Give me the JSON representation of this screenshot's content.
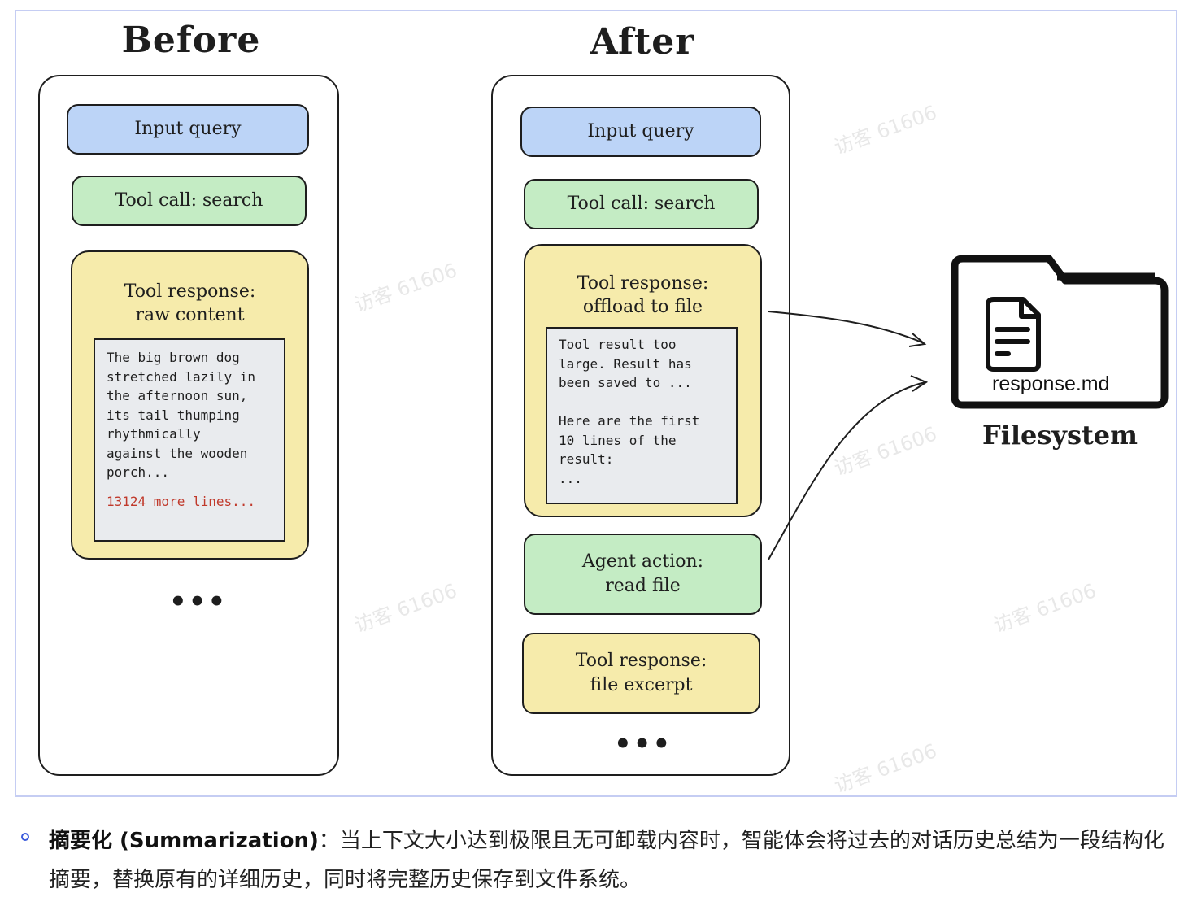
{
  "before": {
    "title": "Before",
    "input_query": "Input query",
    "tool_call": "Tool call: search",
    "tool_response_line1": "Tool response:",
    "tool_response_line2": "raw content",
    "content_lines": [
      "The big brown dog",
      "stretched lazily in",
      "the afternoon sun,",
      "its tail thumping",
      "rhythmically",
      "against the wooden",
      "porch..."
    ],
    "more_lines": "13124 more lines...",
    "ellipsis": "•••"
  },
  "after": {
    "title": "After",
    "input_query": "Input query",
    "tool_call": "Tool call: search",
    "offload_line1": "Tool response:",
    "offload_line2": "offload to file",
    "offload_lines": [
      "Tool result too",
      "large. Result has",
      "been saved to ...",
      "",
      "Here are the first",
      "10 lines of the",
      "result:",
      "..."
    ],
    "agent_line1": "Agent action:",
    "agent_line2": "read file",
    "excerpt_line1": "Tool response:",
    "excerpt_line2": "file excerpt",
    "ellipsis": "•••"
  },
  "filesystem": {
    "file_name": "response.md",
    "label": "Filesystem"
  },
  "watermark_text": "访客 61606",
  "bullet": {
    "bold": "摘要化 (Summarization)",
    "text": "：当上下文大小达到极限且无可卸载内容时，智能体会将过去的对话历史总结为一段结构化摘要，替换原有的详细历史，同时将完整历史保存到文件系统。"
  },
  "colors": {
    "blue_box": "#bcd4f7",
    "green_box": "#c4ecc4",
    "yellow_box": "#f6ebab",
    "code_bg": "#e9ebee",
    "red_text": "#c0392b",
    "frame_border": "#c5cdf3"
  }
}
